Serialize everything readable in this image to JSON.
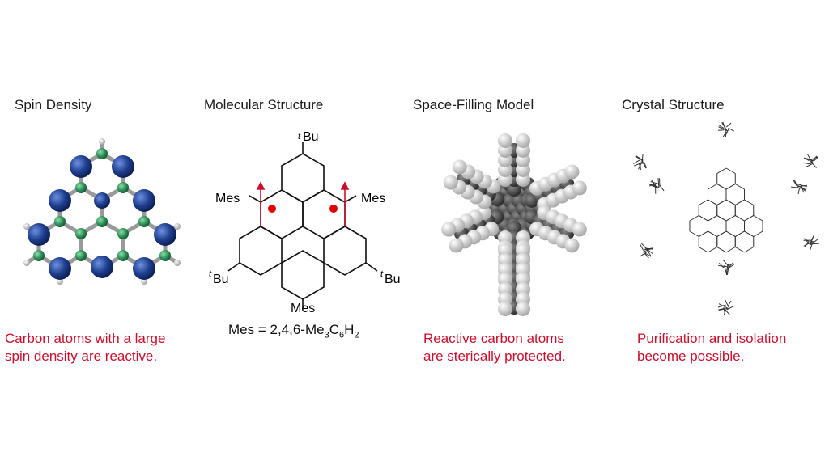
{
  "panels": [
    {
      "title": "Spin Density",
      "caption": [
        "Carbon atoms with a large",
        "spin density are reactive."
      ]
    },
    {
      "title": "Molecular Structure",
      "labels": {
        "tbu_sup": "t",
        "tbu": "Bu",
        "mes": "Mes"
      },
      "mes_def": {
        "lhs": "Mes = 2,4,6-Me",
        "s1": "3",
        "c": "C",
        "s2": "6",
        "h": "H",
        "s3": "2"
      }
    },
    {
      "title": "Space-Filling Model",
      "caption": [
        "Reactive carbon atoms",
        "are sterically protected."
      ]
    },
    {
      "title": "Crystal Structure",
      "caption": [
        "Purification and isolation",
        "become possible."
      ]
    }
  ],
  "colors": {
    "caption": "#c8102e",
    "spin_atom": "#1f3f8f",
    "carbon_small": "#2e8b57",
    "radical_dot": "#e00000",
    "arrow": "#c8102e",
    "spacefill_dark": "#3a3a3a",
    "spacefill_light": "#e6e6e6"
  }
}
